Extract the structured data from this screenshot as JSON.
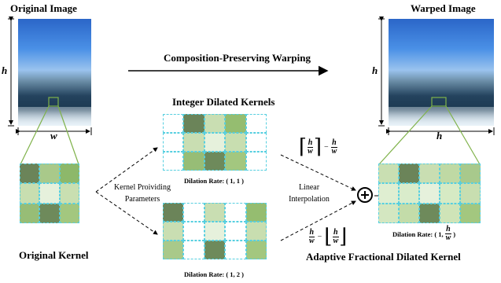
{
  "labels": {
    "original_image": "Original Image",
    "warped_image": "Warped Image",
    "warping_arrow": "Composition-Preserving Warping",
    "integer_kernels": "Integer Dilated Kernels",
    "original_kernel": "Original Kernel",
    "kernel_params": "Kernel Proividing Parameters",
    "linear_interp": "Linear Interpolation",
    "adaptive_kernel": "Adaptive Fractional Dilated Kernel",
    "dilation_1_1": "Dilation Rate: ( 1, 1 )",
    "dilation_1_2": "Dilation Rate: ( 1, 2 )",
    "dilation_adaptive_prefix": "Dilation Rate: (",
    "dilation_adaptive_one": "1,",
    "dilation_adaptive_suffix": ")"
  },
  "dims": {
    "orig_h": "h",
    "orig_w": "w",
    "warp_h_vertical": "h",
    "warp_h_horizontal": "h"
  },
  "math": {
    "h": "h",
    "w": "w",
    "minus": "−"
  },
  "colors": {
    "dark": "#6b8459",
    "medium": "#9fc17a",
    "light": "#c9deb2",
    "pale": "#e7f2dc",
    "dashed_cell": "#56cfe0",
    "callout": "#7fb24a"
  },
  "kernels": {
    "original": [
      "#6b8459",
      "#a9c98a",
      "#8db86a",
      "#c8deb0",
      "#e6f1dc",
      "#c9dfb1",
      "#97bd76",
      "#6e8a5b",
      "#a3c77f"
    ],
    "integer_1_1": [
      "#ffffff",
      "#6b8459",
      "#c9deb2",
      "#95bd70",
      "#ffffff",
      "#ffffff",
      "#c9deb2",
      "#e6f1dc",
      "#c8deb0",
      "#ffffff",
      "#ffffff",
      "#97bd76",
      "#6e8a5b",
      "#a3c77f",
      "#ffffff"
    ],
    "integer_1_2": [
      "#6b8459",
      "#ffffff",
      "#c9deb2",
      "#ffffff",
      "#95bd70",
      "#c9deb2",
      "#ffffff",
      "#e6f1dc",
      "#ffffff",
      "#c8deb0",
      "#a9c98a",
      "#ffffff",
      "#6e8a5b",
      "#ffffff",
      "#a3c77f"
    ],
    "adaptive": [
      "#c9dfb2",
      "#6b8459",
      "#c9deb2",
      "#bfd9a4",
      "#a8c98c",
      "#dfeed1",
      "#d9eccb",
      "#e6f1dc",
      "#d6eac4",
      "#c8deb0",
      "#d4e7c1",
      "#c3dca9",
      "#6e8a5b",
      "#cfe4b8",
      "#a3c77f"
    ]
  }
}
